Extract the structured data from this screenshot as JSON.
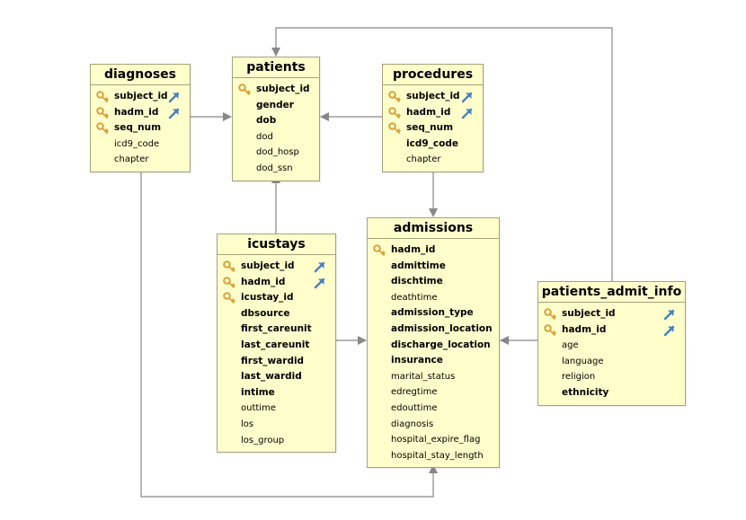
{
  "tables": [
    {
      "id": "diagnoses",
      "title": "diagnoses",
      "columns": [
        {
          "name": "subject_id",
          "bold": true,
          "key": true,
          "fk": true
        },
        {
          "name": "hadm_id",
          "bold": true,
          "key": true,
          "fk": true
        },
        {
          "name": "seq_num",
          "bold": true,
          "key": true,
          "fk": false
        },
        {
          "name": "icd9_code",
          "bold": false,
          "key": false,
          "fk": false
        },
        {
          "name": "chapter",
          "bold": false,
          "key": false,
          "fk": false
        }
      ]
    },
    {
      "id": "patients",
      "title": "patients",
      "columns": [
        {
          "name": "subject_id",
          "bold": true,
          "key": true,
          "fk": false
        },
        {
          "name": "gender",
          "bold": true,
          "key": false,
          "fk": false
        },
        {
          "name": "dob",
          "bold": true,
          "key": false,
          "fk": false
        },
        {
          "name": "dod",
          "bold": false,
          "key": false,
          "fk": false
        },
        {
          "name": "dod_hosp",
          "bold": false,
          "key": false,
          "fk": false
        },
        {
          "name": "dod_ssn",
          "bold": false,
          "key": false,
          "fk": false
        }
      ]
    },
    {
      "id": "procedures",
      "title": "procedures",
      "columns": [
        {
          "name": "subject_id",
          "bold": true,
          "key": true,
          "fk": true
        },
        {
          "name": "hadm_id",
          "bold": true,
          "key": true,
          "fk": true
        },
        {
          "name": "seq_num",
          "bold": true,
          "key": true,
          "fk": false
        },
        {
          "name": "icd9_code",
          "bold": true,
          "key": false,
          "fk": false
        },
        {
          "name": "chapter",
          "bold": false,
          "key": false,
          "fk": false
        }
      ]
    },
    {
      "id": "icustays",
      "title": "icustays",
      "columns": [
        {
          "name": "subject_id",
          "bold": true,
          "key": true,
          "fk": true
        },
        {
          "name": "hadm_id",
          "bold": true,
          "key": true,
          "fk": true
        },
        {
          "name": "icustay_id",
          "bold": true,
          "key": true,
          "fk": false
        },
        {
          "name": "dbsource",
          "bold": true,
          "key": false,
          "fk": false
        },
        {
          "name": "first_careunit",
          "bold": true,
          "key": false,
          "fk": false
        },
        {
          "name": "last_careunit",
          "bold": true,
          "key": false,
          "fk": false
        },
        {
          "name": "first_wardid",
          "bold": true,
          "key": false,
          "fk": false
        },
        {
          "name": "last_wardid",
          "bold": true,
          "key": false,
          "fk": false
        },
        {
          "name": "intime",
          "bold": true,
          "key": false,
          "fk": false
        },
        {
          "name": "outtime",
          "bold": false,
          "key": false,
          "fk": false
        },
        {
          "name": "los",
          "bold": false,
          "key": false,
          "fk": false
        },
        {
          "name": "los_group",
          "bold": false,
          "key": false,
          "fk": false
        }
      ]
    },
    {
      "id": "admissions",
      "title": "admissions",
      "columns": [
        {
          "name": "hadm_id",
          "bold": true,
          "key": true,
          "fk": false
        },
        {
          "name": "admittime",
          "bold": true,
          "key": false,
          "fk": false
        },
        {
          "name": "dischtime",
          "bold": true,
          "key": false,
          "fk": false
        },
        {
          "name": "deathtime",
          "bold": false,
          "key": false,
          "fk": false
        },
        {
          "name": "admission_type",
          "bold": true,
          "key": false,
          "fk": false
        },
        {
          "name": "admission_location",
          "bold": true,
          "key": false,
          "fk": false
        },
        {
          "name": "discharge_location",
          "bold": true,
          "key": false,
          "fk": false
        },
        {
          "name": "insurance",
          "bold": true,
          "key": false,
          "fk": false
        },
        {
          "name": "marital_status",
          "bold": false,
          "key": false,
          "fk": false
        },
        {
          "name": "edregtime",
          "bold": false,
          "key": false,
          "fk": false
        },
        {
          "name": "edouttime",
          "bold": false,
          "key": false,
          "fk": false
        },
        {
          "name": "diagnosis",
          "bold": false,
          "key": false,
          "fk": false
        },
        {
          "name": "hospital_expire_flag",
          "bold": false,
          "key": false,
          "fk": false
        },
        {
          "name": "hospital_stay_length",
          "bold": false,
          "key": false,
          "fk": false
        }
      ]
    },
    {
      "id": "patients_admit_info",
      "title": "patients_admit_info",
      "columns": [
        {
          "name": "subject_id",
          "bold": true,
          "key": true,
          "fk": true
        },
        {
          "name": "hadm_id",
          "bold": true,
          "key": true,
          "fk": true
        },
        {
          "name": "age",
          "bold": false,
          "key": false,
          "fk": false
        },
        {
          "name": "language",
          "bold": false,
          "key": false,
          "fk": false
        },
        {
          "name": "religion",
          "bold": false,
          "key": false,
          "fk": false
        },
        {
          "name": "ethnicity",
          "bold": true,
          "key": false,
          "fk": false
        }
      ]
    }
  ],
  "relationships": [
    {
      "from": "diagnoses",
      "to": "patients"
    },
    {
      "from": "procedures",
      "to": "patients"
    },
    {
      "from": "procedures",
      "to": "admissions"
    },
    {
      "from": "icustays",
      "to": "patients"
    },
    {
      "from": "icustays",
      "to": "admissions"
    },
    {
      "from": "patients_admit_info",
      "to": "admissions"
    },
    {
      "from": "patients_admit_info",
      "to": "patients"
    },
    {
      "from": "diagnoses",
      "to": "admissions"
    }
  ],
  "colors": {
    "table_fill": "#ffffcc",
    "table_border": "#a3a37a",
    "edge": "#888888",
    "key_icon": "#d9a23a",
    "fk_arrow": "#4a7fc1"
  },
  "icons": {
    "primary_key": "key-icon",
    "foreign_key": "foreign-key-arrow-icon"
  }
}
